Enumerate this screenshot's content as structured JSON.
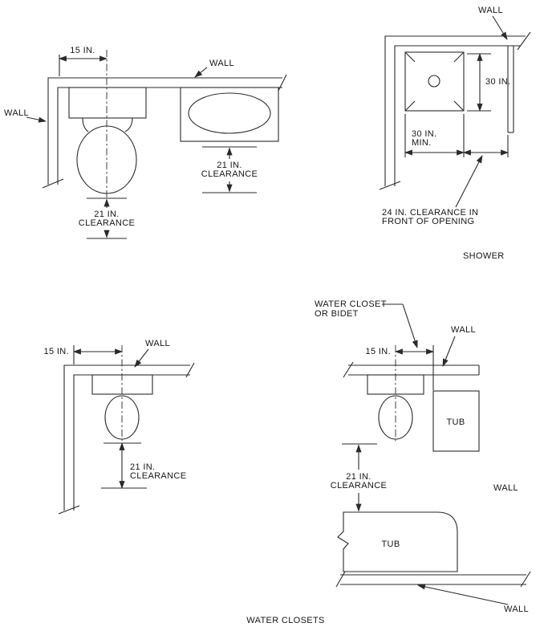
{
  "meta": {
    "caption": "WATER CLOSETS"
  },
  "colors": {
    "ink": "#2a2a2a",
    "paper": "#ffffff"
  },
  "fig_wc_lav": {
    "dim_15": "15 IN.",
    "wall_top": "WALL",
    "wall_left": "WALL",
    "lav_clear_1": "21 IN.",
    "lav_clear_2": "CLEARANCE",
    "wc_clear_1": "21 IN.",
    "wc_clear_2": "CLEARANCE"
  },
  "fig_shower": {
    "wall": "WALL",
    "dim_30": "30 IN.",
    "dim_30min_1": "30 IN.",
    "dim_30min_2": "MIN.",
    "clear_1": "24 IN. CLEARANCE IN",
    "clear_2": "FRONT OF OPENING",
    "caption": "SHOWER"
  },
  "fig_wc_corner": {
    "dim_15": "15 IN.",
    "wall": "WALL",
    "clear_1": "21 IN.",
    "clear_2": "CLEARANCE"
  },
  "fig_wc_tub": {
    "fixture_1": "WATER CLOSET",
    "fixture_2": "OR BIDET",
    "wall_top": "WALL",
    "dim_15": "15 IN.",
    "tub_upper": "TUB",
    "clear_1": "21 IN.",
    "clear_2": "CLEARANCE",
    "wall_right": "WALL",
    "tub_lower": "TUB",
    "wall_bottom": "WALL"
  }
}
